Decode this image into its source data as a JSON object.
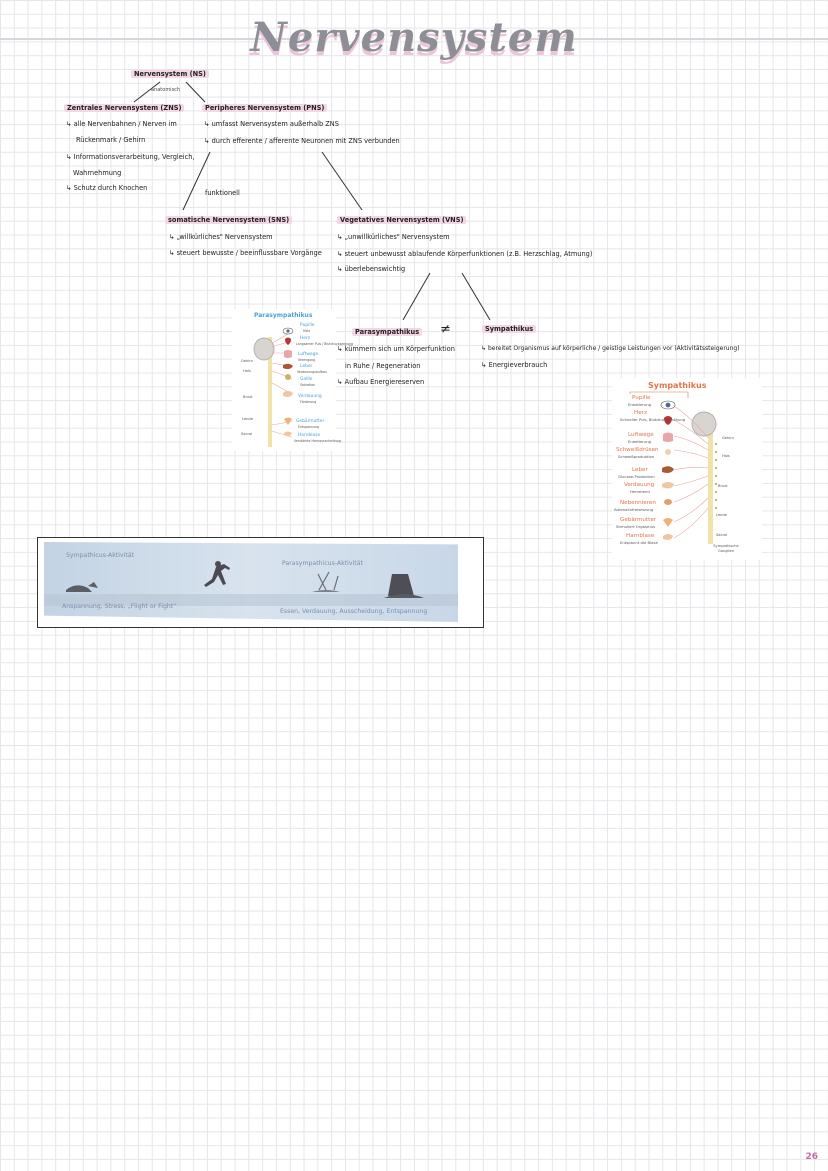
{
  "title": "Nervensystem",
  "tree": {
    "root": "Nervensystem (NS)",
    "root_note": "anatomisch",
    "zns": {
      "label": "Zentrales Nervensystem (ZNS)",
      "items": [
        "alle Nervenbahnen / Nerven im",
        "Rückenmark / Gehirn",
        "Informationsverarbeitung, Vergleich,",
        "Wahrnehmung",
        "Schutz durch Knochen"
      ]
    },
    "pns": {
      "label": "Peripheres Nervensystem (PNS)",
      "items": [
        "umfasst Nervensystem außerhalb ZNS",
        "durch efferente / afferente Neuronen mit ZNS verbunden"
      ]
    },
    "functional_note": "funktionell",
    "sns": {
      "label": "somatische Nervensystem (SNS)",
      "items": [
        "„willkürliches\" Nervensystem",
        "steuert bewusste / beeinflussbare Vorgänge"
      ]
    },
    "vns": {
      "label": "Vegetatives Nervensystem (VNS)",
      "items": [
        "„unwillkürliches\" Nervensystem",
        "steuert unbewusst ablaufende Körperfunktionen (z.B. Herzschlag, Atmung)",
        "überlebenswichtig"
      ]
    },
    "para": {
      "label": "Parasympathikus",
      "items": [
        "kümmern sich um Körperfunktion",
        "in Ruhe / Regeneration",
        "Aufbau Energiereserven"
      ]
    },
    "neq": "≠",
    "sym": {
      "label": "Sympathikus",
      "items": [
        "bereitet Organismus auf körperliche / geistige Leistungen vor (Aktivitätssteigerung)",
        "Energieverbrauch"
      ]
    }
  },
  "para_figure": {
    "title": "Parasympathikus",
    "organs": [
      {
        "name": "Pupille",
        "effect": "Hohl"
      },
      {
        "name": "Herz",
        "effect": "Langsamer Puls / Blutdrucksenkung"
      },
      {
        "name": "Luftwege",
        "effect": "Verengung"
      },
      {
        "name": "Leber",
        "effect": "Verdauungsaufbau"
      },
      {
        "name": "Gallle",
        "effect": "Sekretion"
      },
      {
        "name": "Verdauung",
        "effect": "Förderung"
      },
      {
        "name": "Gebärmutter",
        "effect": "Entspannung"
      },
      {
        "name": "Harnblase",
        "effect": "Verstärkte Harnausscheidung"
      }
    ],
    "regions": [
      "Gehirn",
      "Hals",
      "Brust",
      "Lende",
      "Sacral"
    ]
  },
  "sym_figure": {
    "title": "Sympathikus",
    "organs": [
      {
        "name": "Pupille",
        "effect": "Erweiterung"
      },
      {
        "name": "Herz",
        "effect": "Schneller Puls, Blutdruckerhöhung"
      },
      {
        "name": "Luftwege",
        "effect": "Erweiterung"
      },
      {
        "name": "Schweißdrüsen",
        "effect": "Schweißproduktion"
      },
      {
        "name": "Leber",
        "effect": "Glucose-Produktion"
      },
      {
        "name": "Verdauung",
        "effect": "Hemmend"
      },
      {
        "name": "Nebennieren",
        "effect": "Adrenalinfreisetzung"
      },
      {
        "name": "Gebärmutter",
        "effect": "Stimuliert Orgasmus"
      },
      {
        "name": "Harnblase",
        "effect": "Entspannt die Blase"
      }
    ],
    "regions": [
      "Gehirn",
      "Hals",
      "Brust",
      "Lende",
      "Sacral",
      "Sympathische Ganglien"
    ]
  },
  "photo_strip": {
    "left_title": "Sympathicus-Aktivität",
    "left_caption": "Anspannung, Stress, „Flight or Fight\"",
    "right_title": "Parasympathicus-Aktivität",
    "right_caption": "Essen, Verdauung, Ausscheidung, Entspannung"
  },
  "page_number": "26",
  "colors": {
    "highlight": "#f4d6e4",
    "title": "#8e8e96",
    "accent_orange": "#e0734a",
    "accent_blue": "#4aa0d8",
    "page_number": "#c76aa8"
  }
}
